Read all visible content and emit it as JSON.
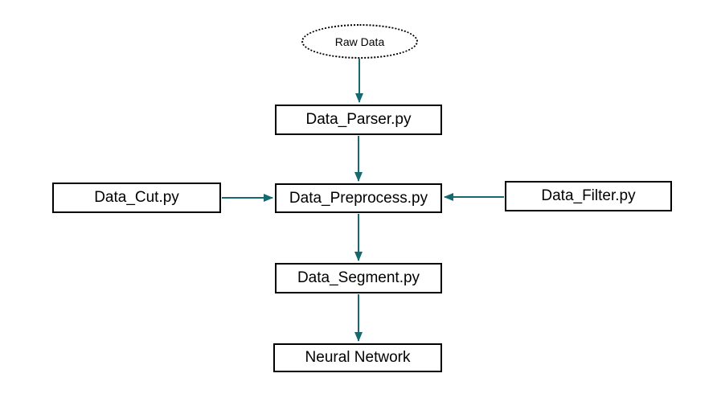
{
  "diagram": {
    "nodes": {
      "raw_data": {
        "label": "Raw Data",
        "shape": "dotted-ellipse"
      },
      "parser": {
        "label": "Data_Parser.py",
        "shape": "rectangle"
      },
      "cut": {
        "label": "Data_Cut.py",
        "shape": "rectangle"
      },
      "preprocess": {
        "label": "Data_Preprocess.py",
        "shape": "rectangle"
      },
      "filter": {
        "label": "Data_Filter.py",
        "shape": "rectangle"
      },
      "segment": {
        "label": "Data_Segment.py",
        "shape": "rectangle"
      },
      "neural": {
        "label": "Neural Network",
        "shape": "rectangle"
      }
    },
    "edges": [
      {
        "from": "raw_data",
        "to": "preprocess_via_parser",
        "note": "Raw Data -> Data_Parser.py"
      },
      {
        "from": "parser",
        "to": "preprocess"
      },
      {
        "from": "cut",
        "to": "preprocess"
      },
      {
        "from": "filter",
        "to": "preprocess"
      },
      {
        "from": "preprocess",
        "to": "segment"
      },
      {
        "from": "segment",
        "to": "neural"
      }
    ],
    "colors": {
      "arrow": "#156a70",
      "node_border": "#000000",
      "text": "#000000",
      "background": "#ffffff"
    }
  }
}
